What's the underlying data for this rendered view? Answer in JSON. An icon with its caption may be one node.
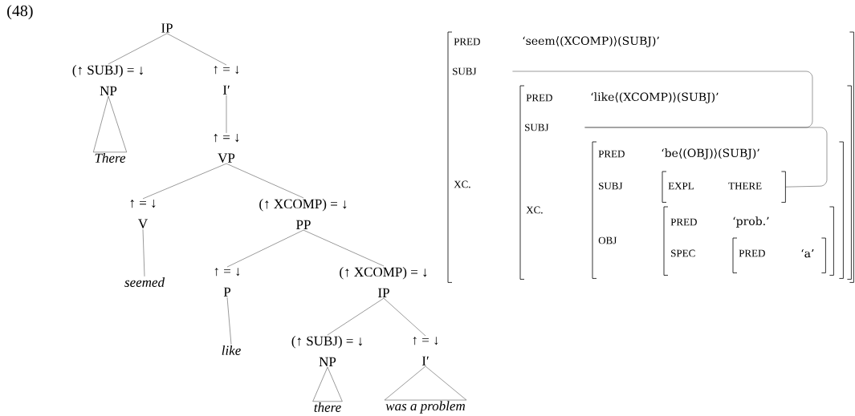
{
  "diagram": {
    "nodes": [
      {
        "text": [
          "IP"
        ]
      },
      {
        "text": [
          "(↑ SUBJ) = ↓",
          "NP"
        ]
      },
      {
        "text": [
          "There"
        ]
      },
      {
        "text": [
          "↑ = ↓",
          "I′"
        ]
      },
      {
        "text": [
          "↑ = ↓",
          "VP"
        ]
      },
      {
        "text": [
          "↑ = ↓",
          "V"
        ]
      },
      {
        "text": [
          "seemed"
        ]
      },
      {
        "text": [
          "(↑ XCOMP) = ↓",
          "PP"
        ]
      },
      {
        "text": [
          "↑ = ↓",
          "P"
        ]
      },
      {
        "text": [
          "like"
        ]
      },
      {
        "text": [
          "(↑ XCOMP) = ↓",
          "IP"
        ]
      },
      {
        "text": [
          "(↑ SUBJ) = ↓",
          "NP"
        ]
      },
      {
        "text": [
          "there"
        ]
      },
      {
        "text": [
          "↑ = ↓",
          "I′"
        ]
      },
      {
        "text": [
          "was a problem"
        ]
      },
      {
        "text": [
          "PRED",
          "‘seem⟨(XCOMP)⟩(SUBJ)’",
          "XC."
        ]
      },
      {
        "text": [
          "SUBJ"
        ],
        "in": 15
      },
      {
        "text": [
          "PRED",
          "‘like⟨(XCOMP)⟩(SUBJ)’",
          "XC."
        ],
        "in": 15
      },
      {
        "text": [
          "SUBJ"
        ],
        "in": 17
      },
      {
        "text": [
          "PRED",
          "‘be⟨(OBJ)⟩(SUBJ)’",
          "SUBJ",
          "OBJ"
        ],
        "in": 17
      },
      {
        "text": [
          "EXPL",
          "THERE"
        ],
        "in": 19
      },
      {
        "text": [
          "PRED",
          "‘prob.’",
          "SPEC"
        ],
        "in": 19
      },
      {
        "text": [
          "PRED",
          "‘a’"
        ],
        "in": 21
      }
    ],
    "edges": [
      {
        "from": 0,
        "to": 1,
        "arrow": "none"
      },
      {
        "from": 1,
        "to": 2,
        "arrow": "none"
      },
      {
        "from": 0,
        "to": 3,
        "arrow": "none"
      },
      {
        "from": 3,
        "to": 4,
        "arrow": "none"
      },
      {
        "from": 4,
        "to": 5,
        "arrow": "none"
      },
      {
        "from": 5,
        "to": 6,
        "arrow": "none"
      },
      {
        "from": 4,
        "to": 7,
        "arrow": "none"
      },
      {
        "from": 7,
        "to": 8,
        "arrow": "none"
      },
      {
        "from": 8,
        "to": 9,
        "arrow": "none"
      },
      {
        "from": 7,
        "to": 10,
        "arrow": "none"
      },
      {
        "from": 10,
        "to": 11,
        "arrow": "none"
      },
      {
        "from": 11,
        "to": 12,
        "arrow": "none"
      },
      {
        "from": 10,
        "to": 13,
        "arrow": "none"
      },
      {
        "from": 13,
        "to": 14,
        "arrow": "none"
      },
      {
        "from": 16,
        "to": 18,
        "arrow": "none"
      },
      {
        "from": 18,
        "to": 20,
        "arrow": "none"
      }
    ],
    "labels": [
      "(48)"
    ]
  }
}
